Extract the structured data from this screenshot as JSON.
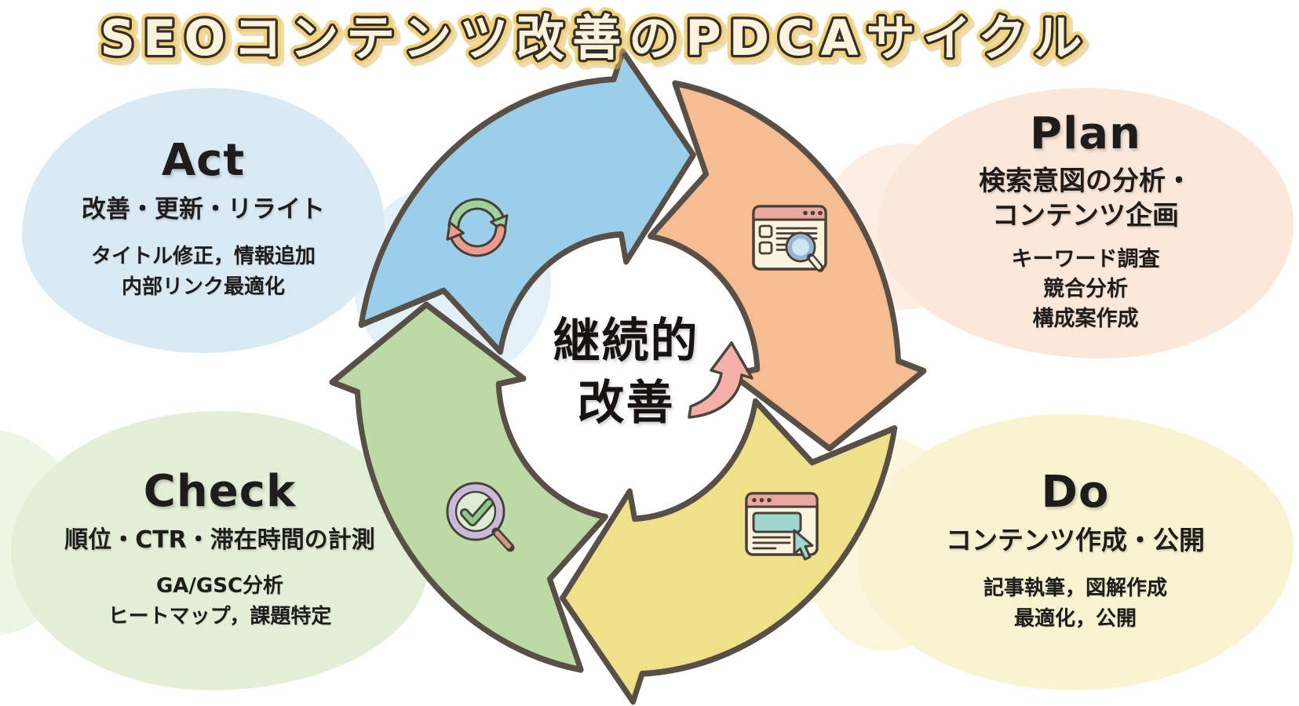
{
  "title": "SEOコンテンツ改善のPDCAサイクル",
  "center": {
    "line1": "継続的",
    "line2": "改善"
  },
  "quadrants": {
    "act": {
      "label": "Act",
      "subtitle": "改善・更新・リライト",
      "details": [
        "タイトル修正，情報追加",
        "内部リンク最適化"
      ]
    },
    "plan": {
      "label": "Plan",
      "subtitle_lines": [
        "検索意図の分析・",
        "コンテンツ企画"
      ],
      "details": [
        "キーワード調査",
        "競合分析",
        "構成案作成"
      ]
    },
    "do": {
      "label": "Do",
      "subtitle": "コンテンツ作成・公開",
      "details": [
        "記事執筆，図解作成",
        "最適化，公開"
      ]
    },
    "check": {
      "label": "Check",
      "subtitle": "順位・CTR・滞在時間の計測",
      "details": [
        "GA/GSC分析",
        "ヒートマップ，課題特定"
      ]
    }
  },
  "icons": {
    "act": "refresh-cycle-icon",
    "plan": "browser-search-icon",
    "do": "browser-cursor-icon",
    "check": "magnifier-check-icon",
    "center": "curved-up-arrow-icon"
  },
  "colors": {
    "background": "#ffffff",
    "title_fill": "#fdf3dc",
    "title_gold": "#f3d27a",
    "title_outline": "#332e29",
    "title_shadow": "#d9ba6e",
    "arrow_outline": "#584f47",
    "icon_outline": "#474038",
    "arrow_blue": "#9bcfe9",
    "arrow_orange": "#f6bd93",
    "arrow_yellow": "#efe189",
    "arrow_green": "#bcdaa6",
    "center_arrow_pink": "#f3afa8",
    "blob_act": "#d9eaf5",
    "blob_plan": "#fce8da",
    "blob_check": "#e3f0d8",
    "blob_do": "#f9f3d2",
    "refresh_green": "#9ed49b",
    "refresh_red": "#ef9a8f",
    "lens_blue": "#cde6f4",
    "lens_rim": "#97b5d2",
    "teal": "#9fd6cd",
    "browser_pink": "#eba7a0",
    "browser_body": "#fbf3dd",
    "check_green": "#8cc98c",
    "magnifier_ring": "#c9badb",
    "magnifier_face": "#dcecd2",
    "magnifier_handle": "#cf9b80",
    "text_dark": "#1f1d1b"
  }
}
